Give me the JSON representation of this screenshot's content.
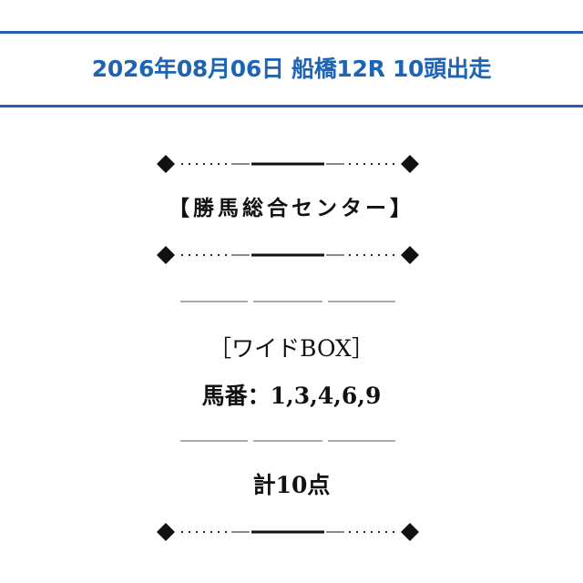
{
  "header": {
    "title": "2026年08月06日 船橋12R 10頭出走"
  },
  "brand": {
    "label": "【勝馬総合センター】"
  },
  "bet": {
    "type_label": "［ワイドBOX］",
    "horses_label": "馬番：1,3,4,6,9",
    "points_label": "計10点"
  },
  "colors": {
    "accent": "#1e64b4",
    "border": "#1f5ea8",
    "text": "#111111",
    "divider": "#555555"
  }
}
